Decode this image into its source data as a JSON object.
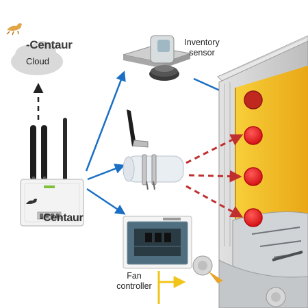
{
  "brand": {
    "name": "Centaur"
  },
  "labels": {
    "cloud": "Cloud",
    "inventory_sensor": "Inventory\nsensor",
    "fan_controller": "Fan\ncontroller"
  },
  "colors": {
    "wireless_link": "#1a6fc4",
    "wired_link_red": "#c0302e",
    "sensor_dot": "#e8141b",
    "grain_fill": "#f5c22a",
    "fan_link": "#f0c419",
    "cloud": "#d9d9d9"
  },
  "icons": {
    "logo": "rider-logo-icon",
    "gateway": "wireless-gateway-icon"
  }
}
